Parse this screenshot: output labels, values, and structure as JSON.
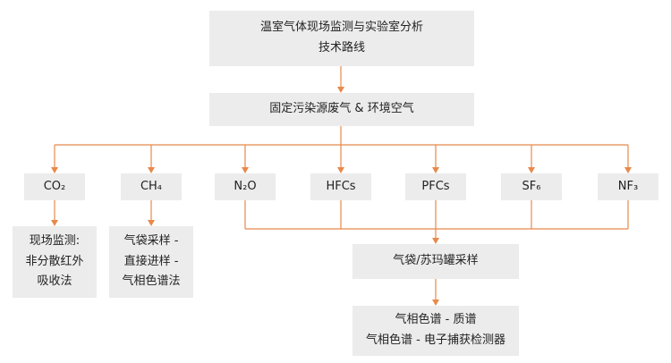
{
  "title": {
    "line1": "温室气体现场监测与实验室分析",
    "line2": "技术路线"
  },
  "source": "固定污染源废气 & 环境空气",
  "gases": [
    {
      "label": "CO₂"
    },
    {
      "label": "CH₄"
    },
    {
      "label": "N₂O"
    },
    {
      "label": "HFCs"
    },
    {
      "label": "PFCs"
    },
    {
      "label": "SF₆"
    },
    {
      "label": "NF₃"
    }
  ],
  "co2_method": {
    "line1": "现场监测:",
    "line2": "非分散红外",
    "line3": "吸收法"
  },
  "ch4_method": {
    "line1": "气袋采样 -",
    "line2": "直接进样 -",
    "line3": "气相色谱法"
  },
  "sampling": "气袋/苏玛罐采样",
  "analysis": {
    "line1": "气相色谱 - 质谱",
    "line2": "气相色谱 - 电子捕获检测器"
  },
  "colors": {
    "connector": "#e8894a",
    "box_fill": "#ececec"
  }
}
